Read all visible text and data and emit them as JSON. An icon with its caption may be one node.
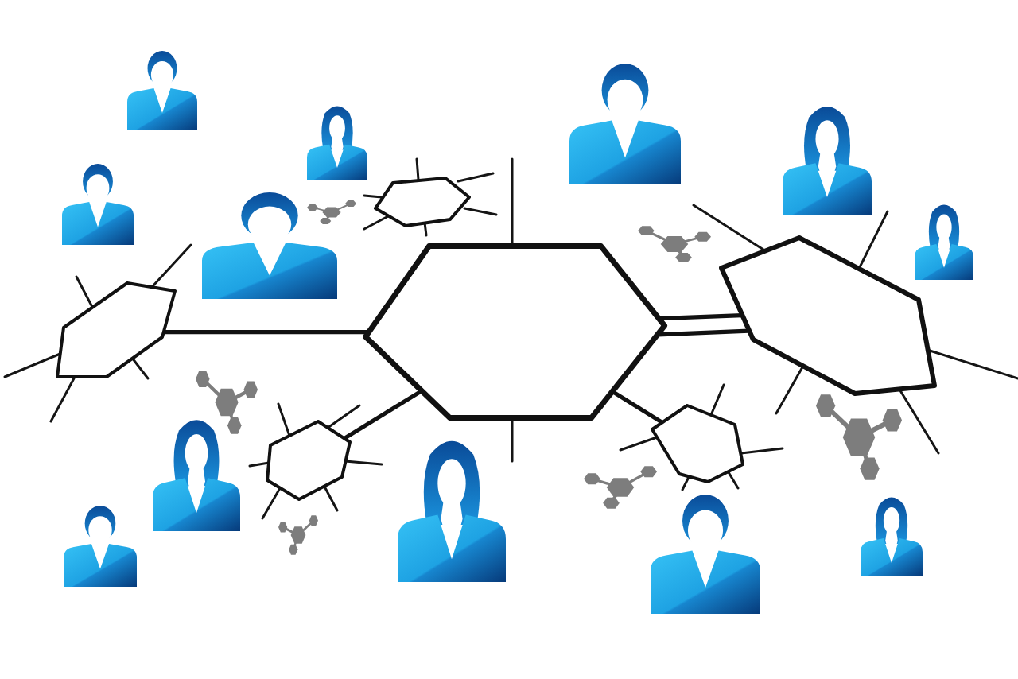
{
  "diagram": {
    "nodes": [
      {
        "text": [],
        "shape": "hexagon"
      },
      {
        "text": [],
        "shape": "hexagon"
      },
      {
        "text": [],
        "shape": "hexagon"
      },
      {
        "text": [],
        "shape": "hexagon"
      },
      {
        "text": [],
        "shape": "hexagon"
      },
      {
        "text": [],
        "shape": "hexagon"
      }
    ],
    "edges": [
      {
        "from": 2,
        "to": 1,
        "arrow": "none"
      },
      {
        "from": 2,
        "to": 3,
        "arrow": "none"
      },
      {
        "from": 2,
        "to": 3,
        "arrow": "none"
      },
      {
        "from": 2,
        "to": 4,
        "arrow": "none"
      },
      {
        "from": 2,
        "to": 5,
        "arrow": "none"
      }
    ]
  }
}
